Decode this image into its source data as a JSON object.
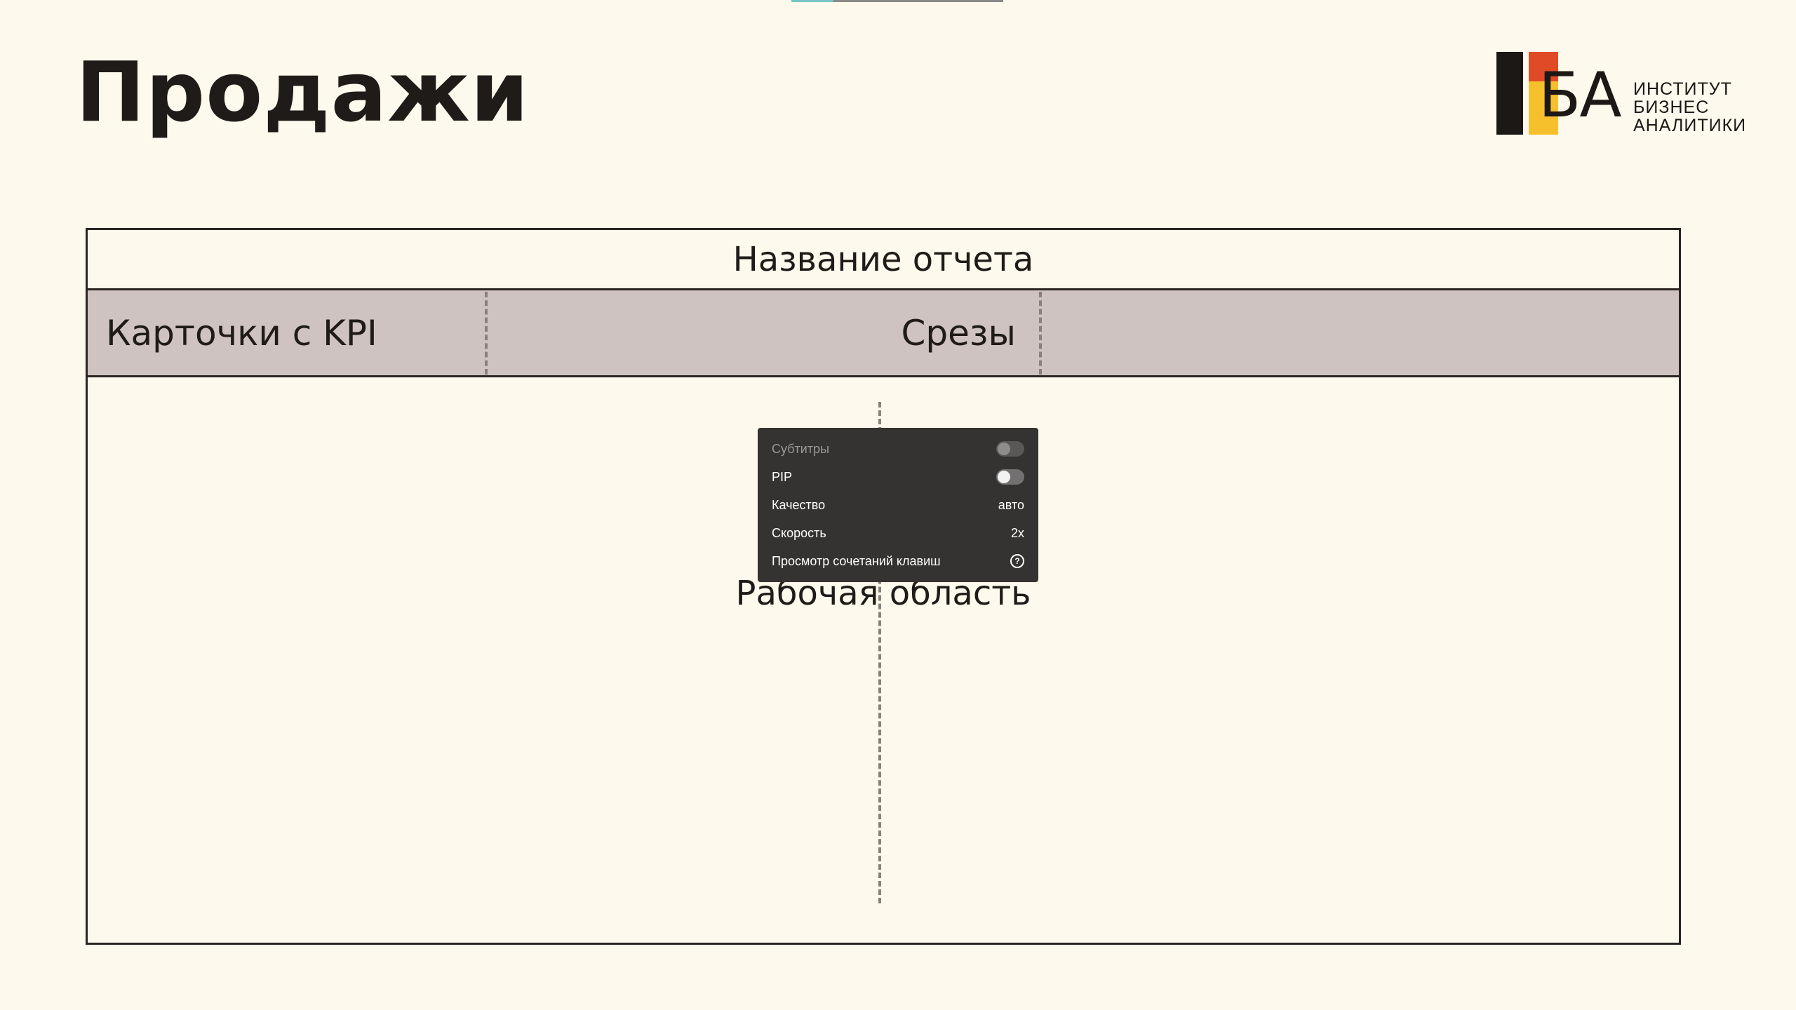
{
  "slide": {
    "title": "Продажи",
    "video_progress": 0.2
  },
  "logo": {
    "letters": "БА",
    "line1": "ИНСТИТУТ",
    "line2": "БИЗНЕС",
    "line3": "АНАЛИТИКИ",
    "colors": {
      "dark": "#1c1815",
      "red": "#e04a26",
      "yellow": "#f6c02d"
    }
  },
  "layout": {
    "report_title": "Название отчета",
    "kpi_cards": "Карточки с KPI",
    "slicers": "Срезы",
    "workspace": "Рабочая область",
    "colors": {
      "background": "#fdf9ec",
      "band": "#cfc3c1",
      "border": "#2a2522"
    }
  },
  "player_menu": {
    "items": [
      {
        "label": "Субтитры",
        "control": "toggle",
        "state": "off",
        "enabled": false
      },
      {
        "label": "PIP",
        "control": "toggle",
        "state": "off",
        "enabled": true
      },
      {
        "label": "Качество",
        "control": "value",
        "value": "авто"
      },
      {
        "label": "Скорость",
        "control": "value",
        "value": "2x"
      },
      {
        "label": "Просмотр сочетаний клавиш",
        "control": "icon",
        "icon": "help-circle-icon"
      }
    ]
  }
}
